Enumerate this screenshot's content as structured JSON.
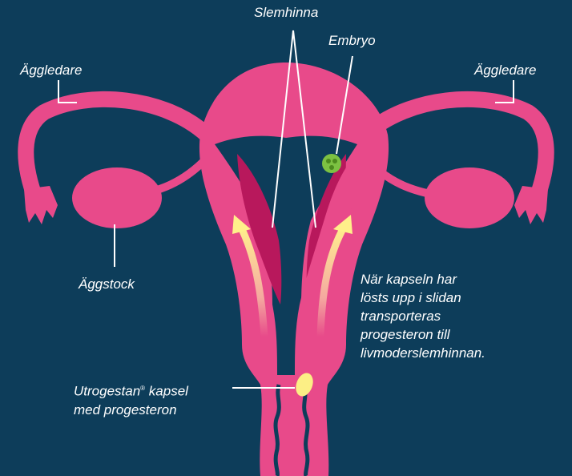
{
  "colors": {
    "background": "#0d3d5a",
    "organ": "#e84a8a",
    "lining": "#b8185c",
    "embryo": "#7cc142",
    "arrow": "#fff08a",
    "capsule": "#fcef85",
    "label": "#ffffff"
  },
  "labels": {
    "mucosa": "Slemhinna",
    "embryo": "Embryo",
    "tube_left": "Äggledare",
    "tube_right": "Äggledare",
    "ovary": "Äggstock",
    "capsule_line1_a": "Utrogestan",
    "capsule_line1_sup": "®",
    "capsule_line1_b": " kapsel",
    "capsule_line2": "med progesteron"
  },
  "note": {
    "lines": [
      "När kapseln har",
      "lösts upp i slidan",
      "transporteras",
      "progesteron till",
      "livmoderslemhinnan."
    ]
  }
}
